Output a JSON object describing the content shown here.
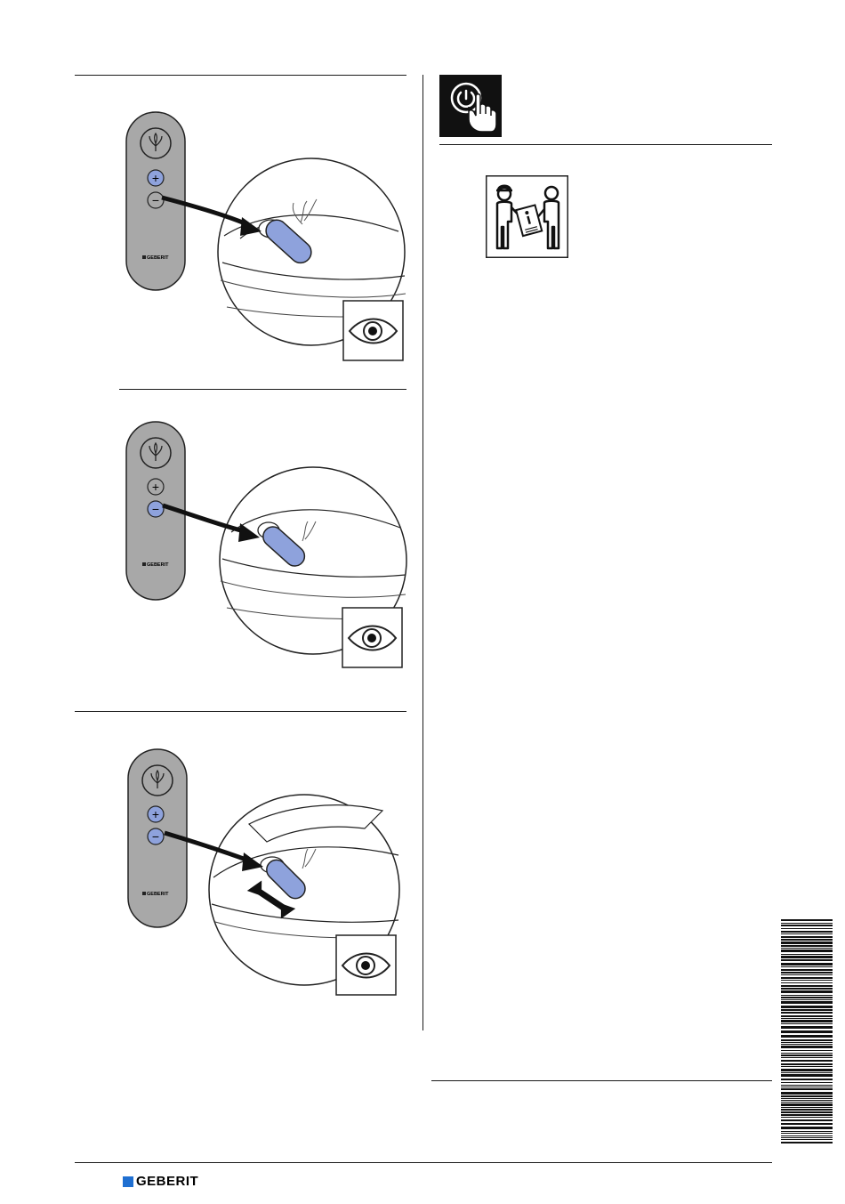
{
  "remote": {
    "brand_label": "GEBERIT",
    "plus_symbol": "+",
    "minus_symbol": "−"
  },
  "icons": {
    "power_touch": "power-touch-icon",
    "handover": "handover-document-icon",
    "eye": "eye-icon",
    "barcode": "barcode"
  },
  "footer": {
    "brand": "GEBERIT",
    "brand_color": "#1f6fd1"
  },
  "colors": {
    "highlight_blue": "#8ea2dc",
    "remote_gray": "#a8a8a8"
  }
}
